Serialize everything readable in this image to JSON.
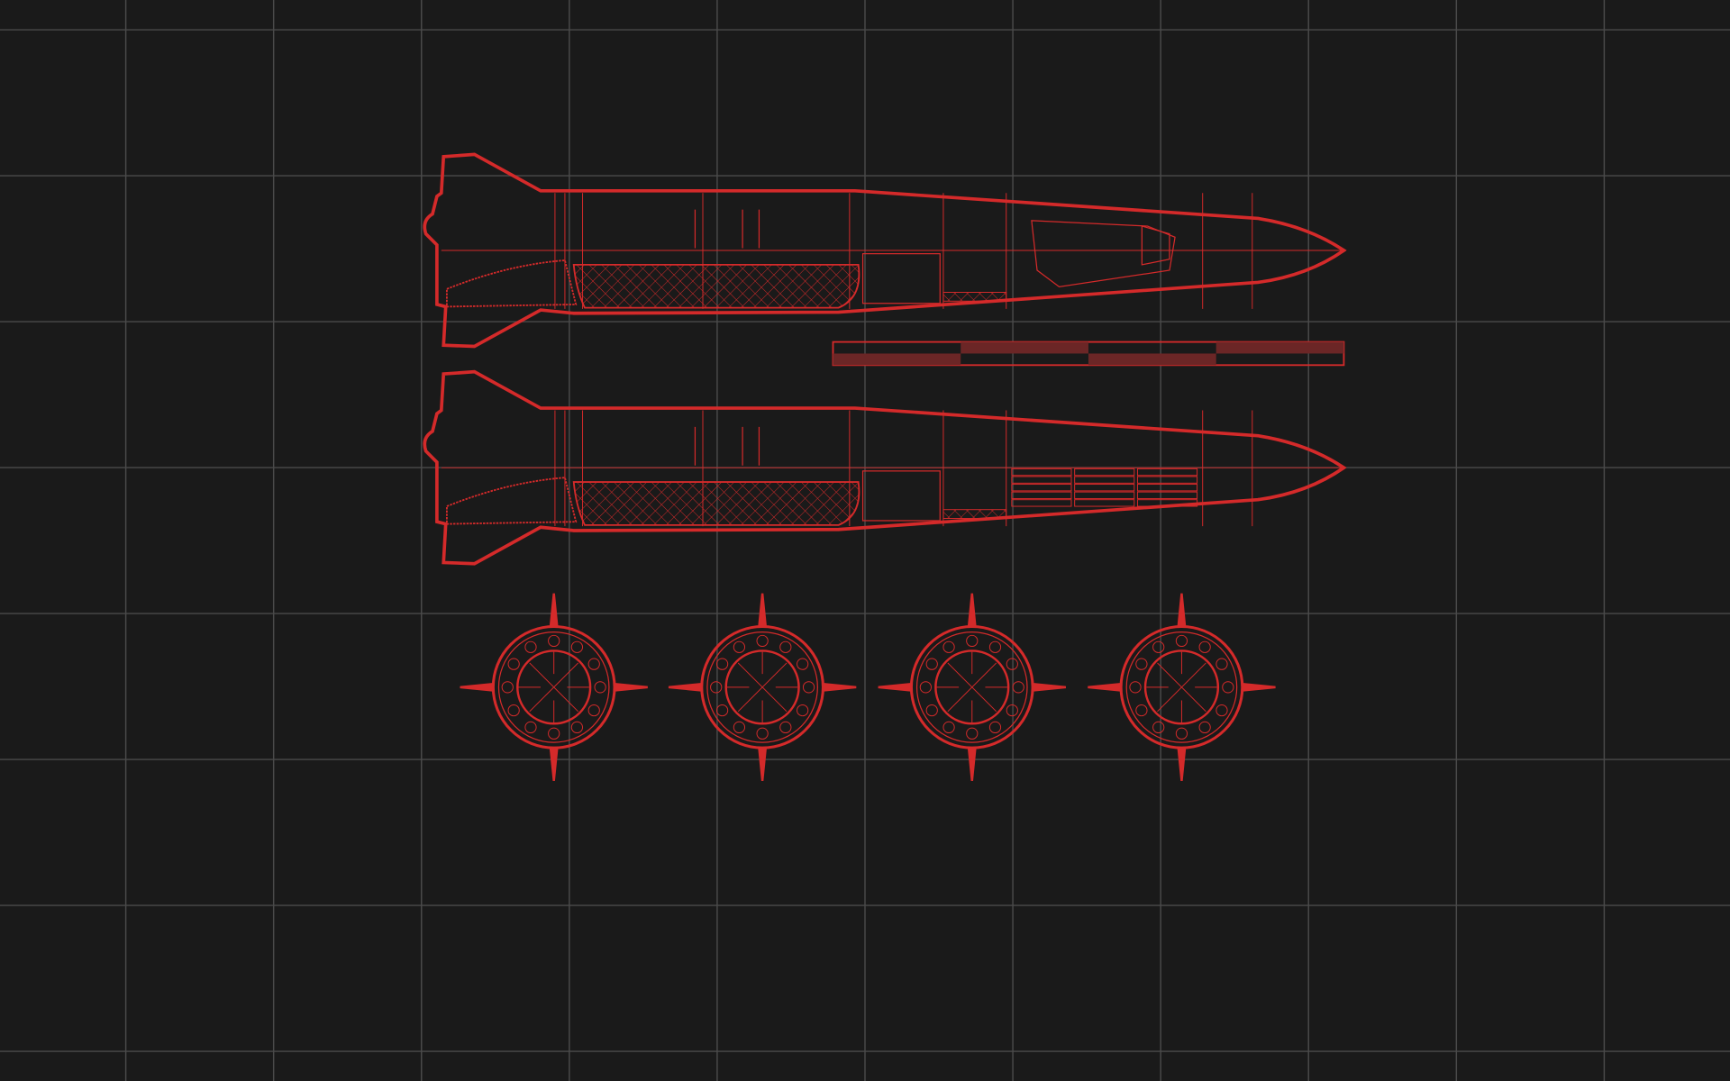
{
  "colors": {
    "background": "#1a1a1a",
    "grid": "#4a4a4a",
    "line": "#d42a2a",
    "fill": "#6b2626"
  },
  "diagram": {
    "side_views": [
      {
        "variant": "payload-pod"
      },
      {
        "variant": "submunition-racks"
      }
    ],
    "cross_sections": 4,
    "scale_bar_segments": 4
  }
}
